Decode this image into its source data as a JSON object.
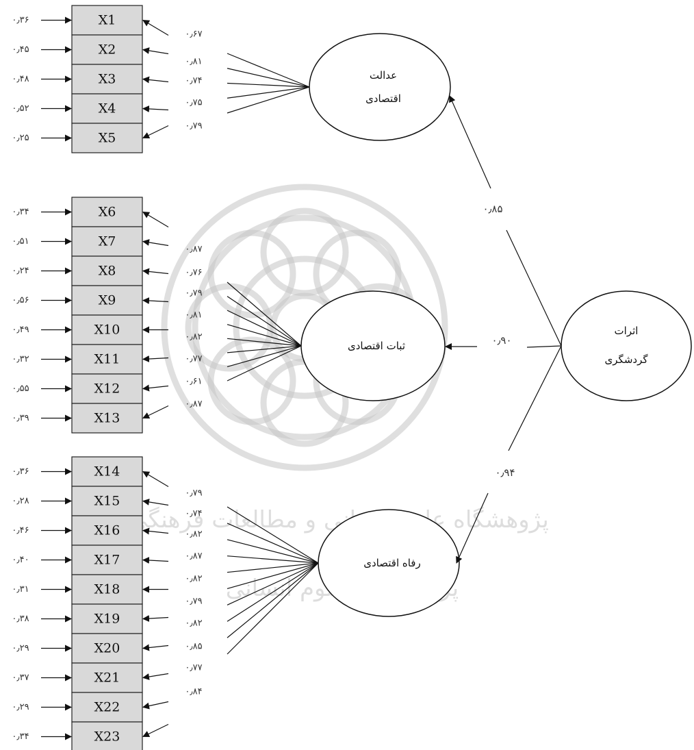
{
  "factors": [
    {
      "label_line1": "عدالت",
      "label_line2": "اقتصادی",
      "path_coef": "۰٫۸۵",
      "indicators": [
        {
          "name": "X1",
          "error": "۰٫۳۶",
          "loading": "۰٫۶۷"
        },
        {
          "name": "X2",
          "error": "۰٫۴۵",
          "loading": "۰٫۸۱"
        },
        {
          "name": "X3",
          "error": "۰٫۴۸",
          "loading": "۰٫۷۴"
        },
        {
          "name": "X4",
          "error": "۰٫۵۲",
          "loading": "۰٫۷۵"
        },
        {
          "name": "X5",
          "error": "۰٫۲۵",
          "loading": "۰٫۷۹"
        }
      ]
    },
    {
      "label_line1": "ثبات اقتصادی",
      "label_line2": "",
      "path_coef": "۰٫۹۰",
      "indicators": [
        {
          "name": "X6",
          "error": "۰٫۳۴",
          "loading": "۰٫۸۷"
        },
        {
          "name": "X7",
          "error": "۰٫۵۱",
          "loading": "۰٫۷۶"
        },
        {
          "name": "X8",
          "error": "۰٫۲۴",
          "loading": "۰٫۷۹"
        },
        {
          "name": "X9",
          "error": "۰٫۵۶",
          "loading": "۰٫۸۱"
        },
        {
          "name": "X10",
          "error": "۰٫۴۹",
          "loading": "۰٫۸۲"
        },
        {
          "name": "X11",
          "error": "۰٫۳۲",
          "loading": "۰٫۷۷"
        },
        {
          "name": "X12",
          "error": "۰٫۵۵",
          "loading": "۰٫۶۱"
        },
        {
          "name": "X13",
          "error": "۰٫۳۹",
          "loading": "۰٫۸۷"
        }
      ]
    },
    {
      "label_line1": "رفاه اقتصادی",
      "label_line2": "",
      "path_coef": "۰٫۹۴",
      "indicators": [
        {
          "name": "X14",
          "error": "۰٫۳۶",
          "loading": "۰٫۷۹"
        },
        {
          "name": "X15",
          "error": "۰٫۲۸",
          "loading": "۰٫۷۴"
        },
        {
          "name": "X16",
          "error": "۰٫۴۶",
          "loading": "۰٫۸۲"
        },
        {
          "name": "X17",
          "error": "۰٫۴۰",
          "loading": "۰٫۸۷"
        },
        {
          "name": "X18",
          "error": "۰٫۳۱",
          "loading": "۰٫۸۲"
        },
        {
          "name": "X19",
          "error": "۰٫۳۸",
          "loading": "۰٫۷۹"
        },
        {
          "name": "X20",
          "error": "۰٫۲۹",
          "loading": "۰٫۸۲"
        },
        {
          "name": "X21",
          "error": "۰٫۳۷",
          "loading": "۰٫۸۵"
        },
        {
          "name": "X22",
          "error": "۰٫۲۹",
          "loading": "۰٫۷۷"
        },
        {
          "name": "X23",
          "error": "۰٫۳۴",
          "loading": "۰٫۸۴"
        }
      ]
    }
  ],
  "second_order": {
    "label_line1": "اثرات",
    "label_line2": "گردشگری"
  },
  "watermark": {
    "line1": "پژوهشگاه علوم انسانی و مطالعات فرهنگی",
    "line2": "پرتال جامع علوم انسانی"
  },
  "colors": {
    "box_fill": "#d9d9d9",
    "line": "#111111",
    "watermark": "#c4c4c4"
  }
}
